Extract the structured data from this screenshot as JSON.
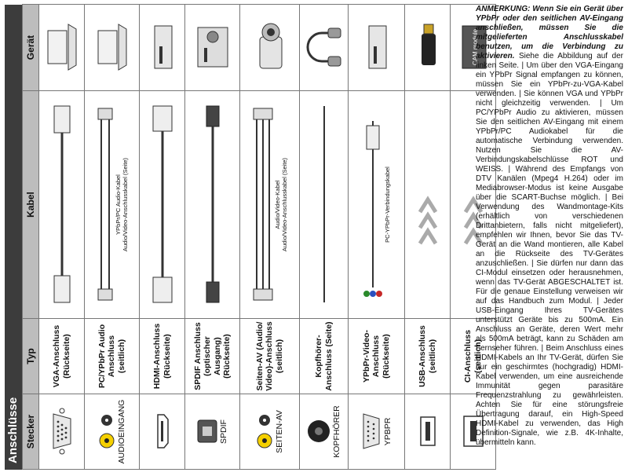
{
  "title": "Anschlüsse",
  "headers": {
    "connector": "Stecker",
    "type": "Typ",
    "cable": "Kabel",
    "device": "Gerät"
  },
  "rows": [
    {
      "connector_label": "",
      "type": "VGA-Anschluss (Rückseite)",
      "cable_labels": [],
      "device": "laptop"
    },
    {
      "connector_label": "AUDIOEINGANG",
      "type": "PC/YPbPr Audio Anschluss (seitlich)",
      "cable_labels": [
        "YPbPr/PC Audio-Kabel",
        "Audio/Video-Anschlusskabel (Seite)"
      ],
      "device": "laptop"
    },
    {
      "connector_label": "",
      "type": "HDMI-Anschluss (Rückseite)",
      "cable_labels": [],
      "device": "player"
    },
    {
      "connector_label": "SPDIF",
      "type": "SPDIF Anschluss (optischer Ausgang) (Rückseite)",
      "cable_labels": [],
      "device": "amplifier"
    },
    {
      "connector_label": "SEITEN-AV",
      "type": "Seiten-AV (Audio/ Video)-Anschluss (seitlich)",
      "cable_labels": [
        "Audio/Video-Kabel",
        "Audio/Video-Anschlusskabel (Seite)"
      ],
      "device": "camcorder"
    },
    {
      "connector_label": "KOPFHÖRER",
      "type": "Kopfhörer-Anschluss (Seite)",
      "cable_labels": [],
      "device": "headphones"
    },
    {
      "connector_label": "YPBPR",
      "type": "YPbPr-Video-Anschluss (Rückseite)",
      "cable_labels": [
        "PC-YPbPr-Verbindungskabel"
      ],
      "device": "player"
    },
    {
      "connector_label": "",
      "type": "USB-Anschluss (seitlich)",
      "cable_labels": [],
      "device": "usb"
    },
    {
      "connector_label": "",
      "type": "CI-Anschluss (seitlich)",
      "cable_labels": [],
      "device": "cam"
    }
  ],
  "cam_text": "CAM module",
  "note": {
    "lead": "ANMERKUNG: Wenn Sie ein Gerät über YPbPr oder den seitlichen AV-Eingang anschließen, müssen Sie die mitgelieferten Anschlusskabel benutzen, um die Verbindung zu aktivieren.",
    "body": "Siehe die Abbildung auf der linken Seite. | Um über den VGA-Eingang ein YPbPr Signal empfangen zu können, müssen Sie ein YPbPr-zu-VGA-Kabel verwenden. | Sie können VGA und YPbPr nicht gleichzeitig verwenden. | Um PC/YPbPr Audio zu aktivieren, müssen Sie den seitlichen AV-Eingang mit einem YPbPr/PC Audiokabel für die automatische Verbindung verwenden. Nutzen Sie die AV-Verbindungskabelschlüsse ROT und WEISS. | Während des Empfangs von DTV Kanälen (Mpeg4 H.264) oder im Mediabrowser-Modus ist keine Ausgabe über die SCART-Buchse möglich. | Bei Verwendung des Wandmontage-Kits (erhältlich von verschiedenen Drittanbietern, falls nicht mitgeliefert), empfehlen wir Ihnen, bevor Sie das TV-Gerät an die Wand montieren, alle Kabel an die Rückseite des TV-Gerätes anzuschließen. | Sie dürfen nur dann das CI-Modul einsetzen oder herausnehmen, wenn das TV-Gerät ABGESCHALTET ist. Für die genaue Einstellung verweisen wir auf das Handbuch zum Modul. | Jeder USB-Eingang Ihres TV-Gerätes unterstützt Geräte bis zu 500mA. Ein Anschluss an Geräte, deren Wert mehr als 500mA beträgt, kann zu Schäden am Fernseher führen. | Beim Anschluss eines HDMI-Kabels an Ihr TV-Gerät, dürfen Sie nur ein geschirmtes (hochgradig) HDMI-Kabel verwenden, um eine ausreichende Immunität gegen parasitäre Frequenzstrahlung zu gewährleisten. Achten Sie für eine störungsfreie Übertragung darauf, ein High-Speed HDMI-Kabel zu verwenden, das High Definition-Signale, wie z.B. 4K-Inhalte, übermitteln kann."
  }
}
